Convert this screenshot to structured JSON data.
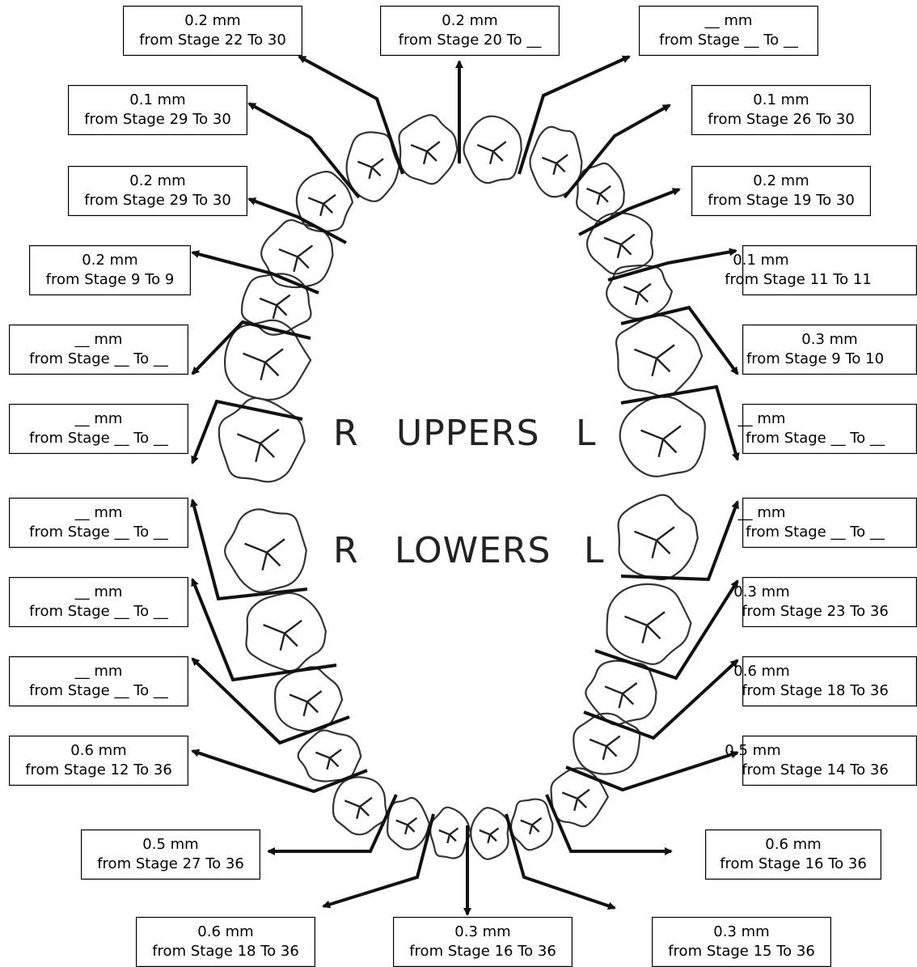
{
  "arch_labels": {
    "upper": {
      "r": "R",
      "title": "UPPERS",
      "l": "L"
    },
    "lower": {
      "r": "R",
      "title": "LOWERS",
      "l": "L"
    }
  },
  "labels": [
    {
      "id": "u-r-1",
      "mm": "0.2 mm",
      "stage": "from Stage 22 To 30"
    },
    {
      "id": "u-mid",
      "mm": "0.2 mm",
      "stage": "from Stage 20 To __"
    },
    {
      "id": "u-l-1",
      "mm": "__ mm",
      "stage": "from Stage __ To __"
    },
    {
      "id": "u-r-2",
      "mm": "0.1 mm",
      "stage": "from Stage 29 To 30"
    },
    {
      "id": "u-l-2",
      "mm": "0.1 mm",
      "stage": "from Stage 26 To 30"
    },
    {
      "id": "u-r-3",
      "mm": "0.2 mm",
      "stage": "from Stage 29 To 30"
    },
    {
      "id": "u-l-3",
      "mm": "0.2 mm",
      "stage": "from Stage 19 To 30"
    },
    {
      "id": "u-r-4",
      "mm": "0.2 mm",
      "stage": "from Stage 9 To 9"
    },
    {
      "id": "u-l-4",
      "mm": "0.1 mm",
      "stage": "from Stage 11 To 11"
    },
    {
      "id": "u-r-5",
      "mm": "__ mm",
      "stage": "from Stage __ To __"
    },
    {
      "id": "u-l-5",
      "mm": "0.3 mm",
      "stage": "from Stage 9 To 10"
    },
    {
      "id": "u-r-6",
      "mm": "__ mm",
      "stage": "from Stage __ To __"
    },
    {
      "id": "u-l-6",
      "mm": "__ mm",
      "stage": "from Stage __ To __"
    },
    {
      "id": "l-r-1",
      "mm": "__ mm",
      "stage": "from Stage __ To __"
    },
    {
      "id": "l-l-1",
      "mm": "__ mm",
      "stage": "from Stage __ To __"
    },
    {
      "id": "l-r-2",
      "mm": "__ mm",
      "stage": "from Stage __ To __"
    },
    {
      "id": "l-l-2",
      "mm": "0.3 mm",
      "stage": "from Stage 23 To 36"
    },
    {
      "id": "l-r-3",
      "mm": "__ mm",
      "stage": "from Stage __ To __"
    },
    {
      "id": "l-l-3",
      "mm": "0.6 mm",
      "stage": "from Stage 18 To 36"
    },
    {
      "id": "l-r-4",
      "mm": "0.6 mm",
      "stage": "from Stage 12 To 36"
    },
    {
      "id": "l-l-4",
      "mm": "0.5 mm",
      "stage": "from Stage 14 To 36"
    },
    {
      "id": "l-r-5",
      "mm": "0.5 mm",
      "stage": "from Stage 27 To 36"
    },
    {
      "id": "l-l-5",
      "mm": "0.6 mm",
      "stage": "from Stage 16 To 36"
    },
    {
      "id": "l-r-6",
      "mm": "0.6 mm",
      "stage": "from Stage 18 To 36"
    },
    {
      "id": "l-mid",
      "mm": "0.3 mm",
      "stage": "from Stage 16 To 36"
    },
    {
      "id": "l-l-6",
      "mm": "0.3 mm",
      "stage": "from Stage 15 To 36"
    }
  ]
}
